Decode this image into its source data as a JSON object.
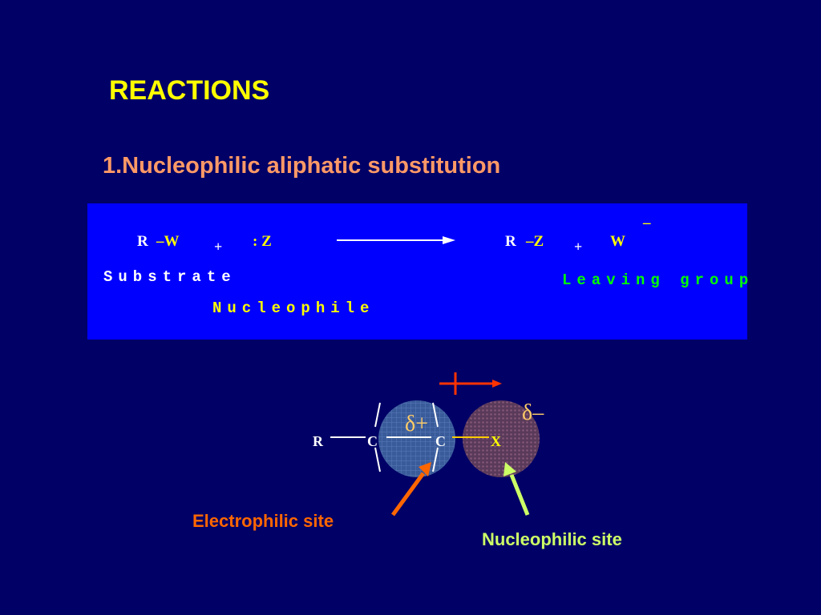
{
  "slide": {
    "title": "REACTIONS",
    "subtitle": "1.Nucleophilic aliphatic substitution"
  },
  "equation": {
    "reactant_r": "R",
    "reactant_w": "–W",
    "plus1": "+",
    "nucleophile": ": Z",
    "product_r": "R",
    "product_z": "–Z",
    "plus2": "+",
    "leaving": "W",
    "charge": "–",
    "substrate_label": "Substrate",
    "nucleophile_label": "Nucleophile",
    "leaving_label": "Leaving group"
  },
  "diagram": {
    "atom_r": "R",
    "atom_c1": "C",
    "atom_c2": "C",
    "atom_x": "X",
    "delta_plus": "δ+",
    "delta_minus": "δ–",
    "electrophilic_label": "Electrophilic site",
    "nucleophilic_label": "Nucleophilic site"
  },
  "colors": {
    "background": "#000066",
    "box": "#0000ff",
    "title": "#ffff00",
    "subtitle": "#ff9966",
    "electrophilic": "#ff6600",
    "nucleophilic": "#ccff66",
    "dipole_arrow": "#ff3300"
  }
}
